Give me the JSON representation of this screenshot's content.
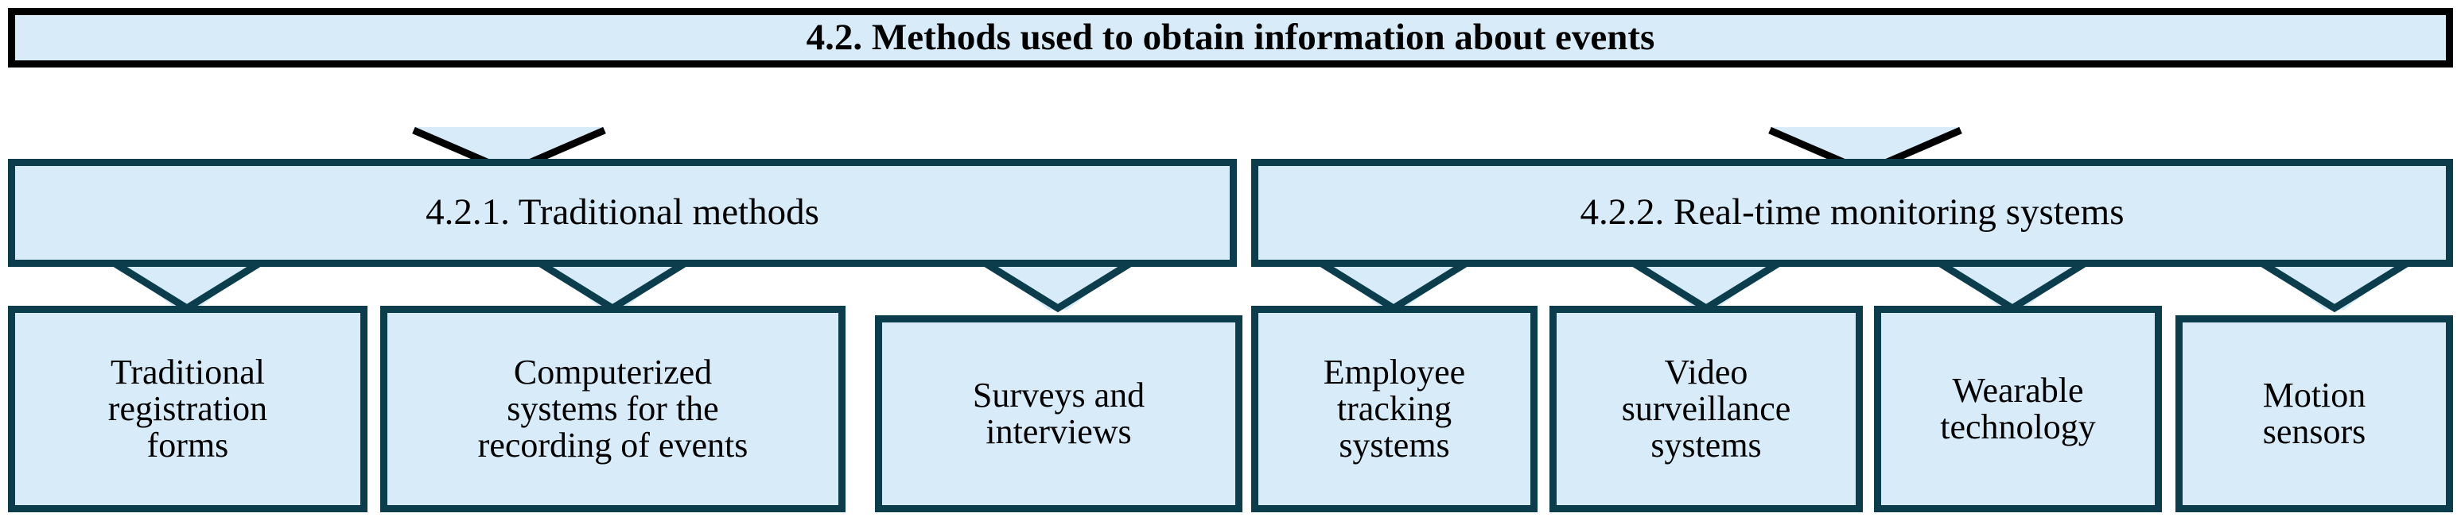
{
  "diagram": {
    "type": "hierarchy-tree",
    "title": "4.2. Methods used to obtain information about events",
    "colors": {
      "box_fill": "#d7ecf8",
      "root_border": "#000000",
      "node_border": "#0b3d4c",
      "text": "#000000",
      "background": "#ffffff"
    },
    "root": {
      "label": "4.2. Methods used to obtain information about events"
    },
    "branches": [
      {
        "id": "traditional-methods",
        "label": "4.2.1. Traditional methods",
        "children": [
          {
            "id": "traditional-registration-forms",
            "label": "Traditional\nregistration\nforms"
          },
          {
            "id": "computerized-systems",
            "label": "Computerized\nsystems for the\nrecording of events"
          },
          {
            "id": "surveys-and-interviews",
            "label": "Surveys and\ninterviews"
          }
        ]
      },
      {
        "id": "real-time-monitoring-systems",
        "label": "4.2.2. Real-time monitoring systems",
        "children": [
          {
            "id": "employee-tracking-systems",
            "label": "Employee\ntracking\nsystems"
          },
          {
            "id": "video-surveillance-systems",
            "label": "Video\nsurveillance\nsystems"
          },
          {
            "id": "wearable-technology",
            "label": "Wearable\ntechnology"
          },
          {
            "id": "motion-sensors",
            "label": "Motion\nsensors"
          }
        ]
      }
    ]
  }
}
